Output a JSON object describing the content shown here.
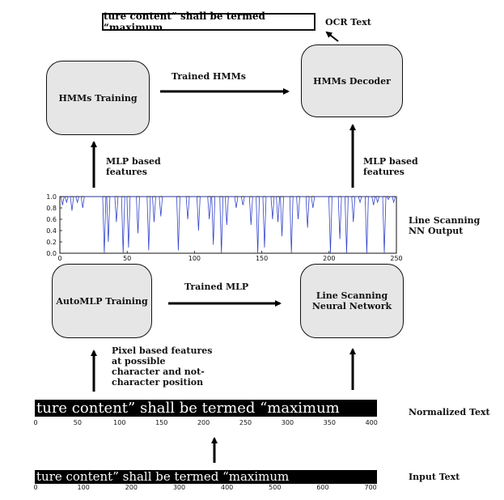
{
  "ocr_box": {
    "text": "ture content” shall be termed “maximum",
    "label": "OCR Text"
  },
  "nodes": {
    "hmm_training": "HMMs Training",
    "hmm_decoder": "HMMs  Decoder",
    "automlp_training": "AutoMLP Training",
    "line_scanning_nn_line1": "Line Scanning",
    "line_scanning_nn_line2": "Neural Network"
  },
  "edges": {
    "trained_hmms": "Trained HMMs",
    "trained_mlp": "Trained MLP",
    "mlp_features_left_line1": "MLP based",
    "mlp_features_left_line2": "features",
    "mlp_features_right_line1": "MLP based",
    "mlp_features_right_line2": "features",
    "pixel_features_lines": [
      "Pixel based features",
      "at possible",
      "character and not-",
      "character position"
    ]
  },
  "nn_output": {
    "label_line1": "Line Scanning",
    "label_line2": "NN Output",
    "chart_data": {
      "type": "line",
      "xlim": [
        0,
        250
      ],
      "ylim": [
        0.0,
        1.0
      ],
      "xticks": [
        0,
        50,
        100,
        150,
        200,
        250
      ],
      "yticks": [
        "0.0",
        "0.2",
        "0.4",
        "0.6",
        "0.8",
        "1.0"
      ],
      "series_color": "#3344cc",
      "baseline": 1.0,
      "dips": [
        [
          2,
          0.85
        ],
        [
          5,
          0.9
        ],
        [
          9,
          0.75
        ],
        [
          13,
          0.9
        ],
        [
          17,
          0.8
        ],
        [
          33,
          0.0
        ],
        [
          36,
          0.2
        ],
        [
          42,
          0.55
        ],
        [
          47,
          0.0
        ],
        [
          51,
          0.1
        ],
        [
          58,
          0.35
        ],
        [
          66,
          0.05
        ],
        [
          70,
          0.55
        ],
        [
          75,
          0.65
        ],
        [
          88,
          0.05
        ],
        [
          95,
          0.6
        ],
        [
          103,
          0.4
        ],
        [
          111,
          0.6
        ],
        [
          114,
          0.15
        ],
        [
          120,
          0.0
        ],
        [
          124,
          0.5
        ],
        [
          131,
          0.8
        ],
        [
          136,
          0.85
        ],
        [
          142,
          0.5
        ],
        [
          147,
          0.0
        ],
        [
          152,
          0.1
        ],
        [
          158,
          0.6
        ],
        [
          162,
          0.55
        ],
        [
          165,
          0.3
        ],
        [
          172,
          0.0
        ],
        [
          177,
          0.6
        ],
        [
          184,
          0.45
        ],
        [
          188,
          0.8
        ],
        [
          201,
          0.0
        ],
        [
          208,
          0.25
        ],
        [
          213,
          0.0
        ],
        [
          218,
          0.55
        ],
        [
          223,
          0.9
        ],
        [
          228,
          0.0
        ],
        [
          233,
          0.85
        ],
        [
          236,
          0.9
        ],
        [
          241,
          0.0
        ],
        [
          244,
          0.95
        ],
        [
          248,
          0.9
        ]
      ]
    }
  },
  "normalized_text": {
    "text": "ture  content”  shall  be  termed  “maximum",
    "label": "Normalized Text",
    "ticks": [
      "0",
      "50",
      "100",
      "150",
      "200",
      "250",
      "300",
      "350",
      "400"
    ]
  },
  "input_text": {
    "text": "ture  content”  shall  be  termed  “maximum",
    "label": "Input Text",
    "ticks": [
      "0",
      "100",
      "200",
      "300",
      "400",
      "500",
      "600",
      "700"
    ]
  }
}
